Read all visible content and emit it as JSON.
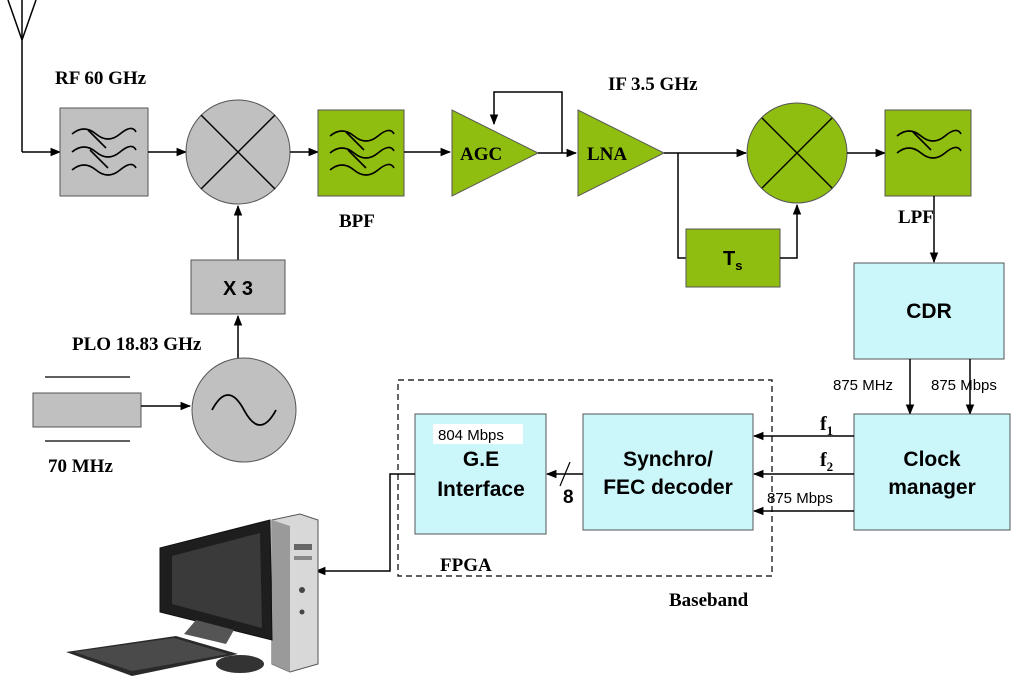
{
  "labels": {
    "rf": "RF 60 GHz",
    "if": "IF 3.5 GHz",
    "bpf": "BPF",
    "lpf": "LPF",
    "agc": "AGC",
    "lna": "LNA",
    "ts_main": "T",
    "ts_sub": "s",
    "x3": "X 3",
    "plo": "PLO 18.83 GHz",
    "osc_freq": "70 MHz",
    "cdr": "CDR",
    "clk_line1": "Clock",
    "clk_line2": "manager",
    "sync_line1": "Synchro/",
    "sync_line2": "FEC decoder",
    "ge_rate": "804 Mbps",
    "ge_line1": "G.E",
    "ge_line2": "Interface",
    "bus_width": "8",
    "fpga": "FPGA",
    "baseband": "Baseband",
    "cdr_clk": "875 MHz",
    "cdr_data": "875 Mbps",
    "f1_main": "f",
    "f1_sub": "1",
    "f2_main": "f",
    "f2_sub": "2",
    "data_rate": "875 Mbps"
  },
  "colors": {
    "gray_block": "#c0c0c0",
    "green_block": "#8fbd10",
    "cyan_block": "#ccf7fa",
    "line": "#000000"
  },
  "icons": [
    "antenna-icon",
    "filter-icon",
    "mixer-icon",
    "oscillator-icon",
    "computer-icon"
  ]
}
